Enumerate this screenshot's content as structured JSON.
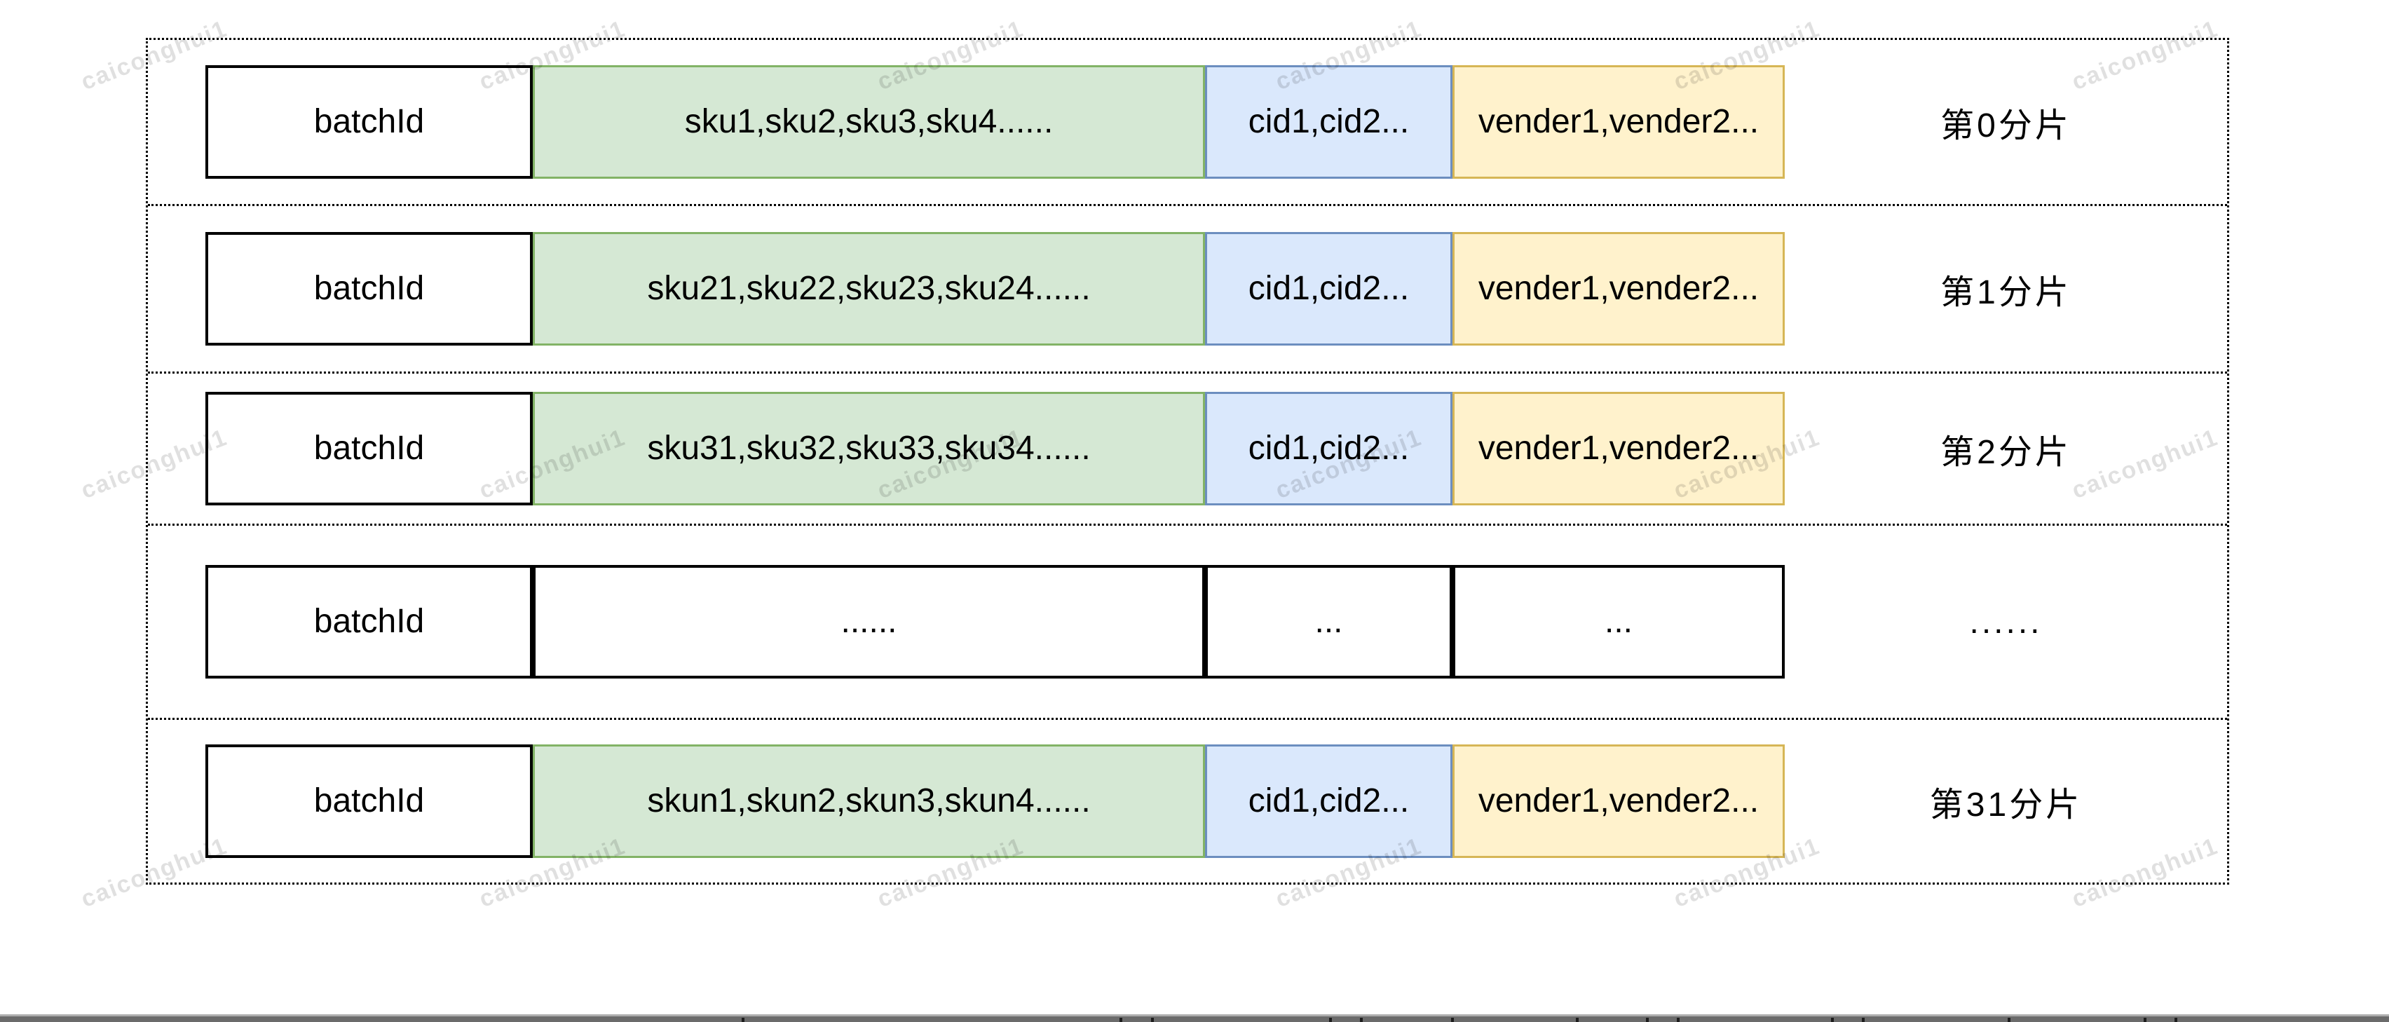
{
  "diagram": {
    "rows": [
      {
        "batch_id": "batchId",
        "sku_list": "sku1,sku2,sku3,sku4......",
        "cid_list": "cid1,cid2...",
        "vender_list": "vender1,vender2...",
        "shard_label": "第0分片"
      },
      {
        "batch_id": "batchId",
        "sku_list": "sku21,sku22,sku23,sku24......",
        "cid_list": "cid1,cid2...",
        "vender_list": "vender1,vender2...",
        "shard_label": "第1分片"
      },
      {
        "batch_id": "batchId",
        "sku_list": "sku31,sku32,sku33,sku34......",
        "cid_list": "cid1,cid2...",
        "vender_list": "vender1,vender2...",
        "shard_label": "第2分片"
      },
      {
        "batch_id": "batchId",
        "sku_list": "......",
        "cid_list": "...",
        "vender_list": "...",
        "shard_label": "......"
      },
      {
        "batch_id": "batchId",
        "sku_list": "skun1,skun2,skun3,skun4......",
        "cid_list": "cid1,cid2...",
        "vender_list": "vender1,vender2...",
        "shard_label": "第31分片"
      }
    ]
  },
  "watermark": {
    "text": "caiconghui1"
  },
  "colors": {
    "sku_fill": "#d5e8d4",
    "sku_border": "#82b366",
    "cid_fill": "#dae8fc",
    "cid_border": "#6c8ebf",
    "vender_fill": "#fff2cc",
    "vender_border": "#d6b656"
  }
}
